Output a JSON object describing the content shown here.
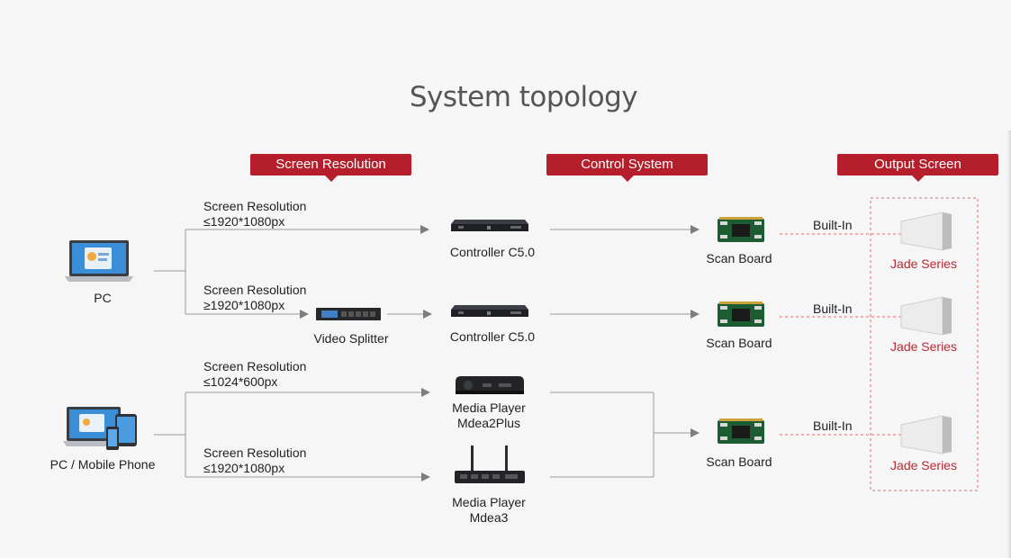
{
  "title": "System topology",
  "headers": {
    "screen_resolution": "Screen Resolution",
    "control_system": "Control System",
    "output_screen": "Output Screen"
  },
  "sources": {
    "pc": "PC",
    "pc_mobile": "PC / Mobile Phone"
  },
  "resolutions": [
    {
      "label": "Screen Resolution",
      "value": "≤1920*1080px"
    },
    {
      "label": "Screen Resolution",
      "value": "≥1920*1080px"
    },
    {
      "label": "Screen Resolution",
      "value": "≤1024*600px"
    },
    {
      "label": "Screen Resolution",
      "value": "≤1920*1080px"
    }
  ],
  "devices": {
    "video_splitter": "Video Splitter",
    "controller_1": "Controller C5.0",
    "controller_2": "Controller C5.0",
    "media_player_1": [
      "Media Player",
      "Mdea2Plus"
    ],
    "media_player_2": [
      "Media Player",
      "Mdea3"
    ],
    "scan_board": "Scan Board",
    "built_in": "Built-In",
    "jade_series": "Jade Series"
  },
  "colors": {
    "accent": "#b51f2b",
    "line": "#8a8a8a",
    "dashed": "#e06a70"
  },
  "icons": [
    "laptop-icon",
    "multi-device-icon",
    "video-splitter-icon",
    "controller-icon",
    "media-player-icon",
    "scan-board-icon",
    "panel-icon"
  ]
}
